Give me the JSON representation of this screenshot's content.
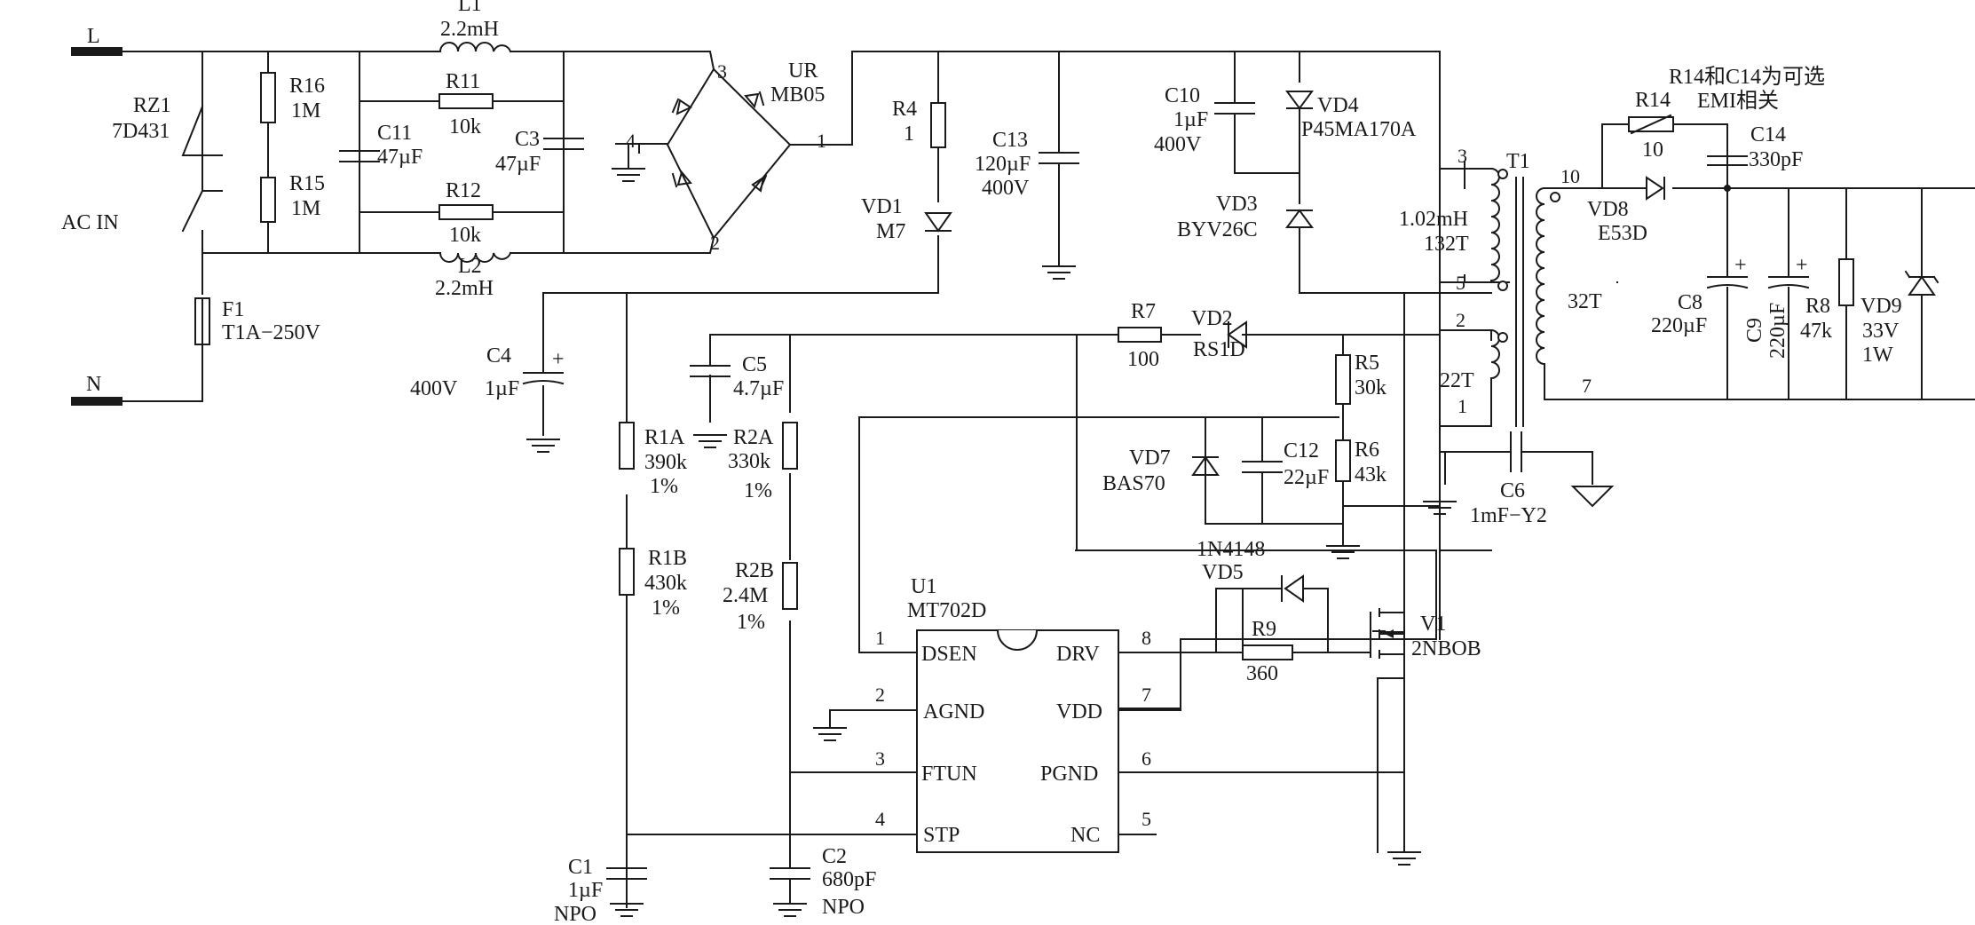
{
  "input": {
    "line": "L",
    "neutral": "N",
    "ac_in": "AC IN"
  },
  "input_filter": {
    "L1": {
      "ref": "L1",
      "value": "2.2mH"
    },
    "L2": {
      "ref": "L2",
      "value": "2.2mH"
    },
    "RZ1": {
      "ref": "RZ1",
      "value": "7D431"
    },
    "F1": {
      "ref": "F1",
      "value": "T1A−250V"
    },
    "R16": {
      "ref": "R16",
      "value": "1M"
    },
    "R15": {
      "ref": "R15",
      "value": "1M"
    },
    "C11": {
      "ref": "C11",
      "value": "47µF"
    },
    "R11": {
      "ref": "R11",
      "value": "10k"
    },
    "R12": {
      "ref": "R12",
      "value": "10k"
    },
    "C3": {
      "ref": "C3",
      "value": "47µF"
    }
  },
  "bridge": {
    "ref": "UR",
    "value": "MB05",
    "pins": [
      "1",
      "2",
      "3",
      "4"
    ]
  },
  "bulk": {
    "R4": {
      "ref": "R4",
      "value": "1"
    },
    "VD1": {
      "ref": "VD1",
      "value": "M7"
    },
    "C13": {
      "ref": "C13",
      "value": "120µF",
      "rating": "400V"
    },
    "C4": {
      "ref": "C4",
      "value": "1µF",
      "rating": "400V"
    },
    "C10": {
      "ref": "C10",
      "value": "1µF",
      "rating": "400V"
    },
    "VD4": {
      "ref": "VD4",
      "value": "P45MA170A"
    },
    "VD3": {
      "ref": "VD3",
      "value": "BYV26C"
    }
  },
  "transformer": {
    "ref": "T1",
    "primary": {
      "inductance": "1.02mH",
      "turns": "132T",
      "pins": [
        "3",
        "5"
      ]
    },
    "auxiliary": {
      "turns": "22T",
      "pins": [
        "2",
        "1"
      ]
    },
    "secondary": {
      "turns": "32T",
      "pins": [
        "10",
        "7"
      ]
    }
  },
  "output": {
    "note": "R14和C14为可选",
    "note2": "EMI相关",
    "R14": {
      "ref": "R14",
      "value": "10"
    },
    "C14": {
      "ref": "C14",
      "value": "330pF"
    },
    "VD8": {
      "ref": "VD8",
      "value": "E53D"
    },
    "C8": {
      "ref": "C8",
      "value": "220µF"
    },
    "C9": {
      "ref": "C9",
      "value": "220µF"
    },
    "R8": {
      "ref": "R8",
      "value": "47k"
    },
    "VD9": {
      "ref": "VD9",
      "value": "33V",
      "power": "1W"
    }
  },
  "aux_supply": {
    "R7": {
      "ref": "R7",
      "value": "100"
    },
    "VD2": {
      "ref": "VD2",
      "value": "RS1D"
    },
    "C5": {
      "ref": "C5",
      "value": "4.7µF"
    },
    "R5": {
      "ref": "R5",
      "value": "30k"
    },
    "R6": {
      "ref": "R6",
      "value": "43k"
    },
    "VD7": {
      "ref": "VD7",
      "value": "BAS70"
    },
    "C12": {
      "ref": "C12",
      "value": "22µF"
    },
    "C6": {
      "ref": "C6",
      "value": "1mF−Y2"
    }
  },
  "sense": {
    "R1A": {
      "ref": "R1A",
      "value": "390k",
      "tol": "1%"
    },
    "R1B": {
      "ref": "R1B",
      "value": "430k",
      "tol": "1%"
    },
    "R2A": {
      "ref": "R2A",
      "value": "330k",
      "tol": "1%"
    },
    "R2B": {
      "ref": "R2B",
      "value": "2.4M",
      "tol": "1%"
    },
    "C1": {
      "ref": "C1",
      "value": "1µF",
      "type": "NPO"
    },
    "C2": {
      "ref": "C2",
      "value": "680pF",
      "type": "NPO"
    }
  },
  "controller": {
    "ref": "U1",
    "part": "MT702D",
    "pins": [
      {
        "num": "1",
        "name": "DSEN"
      },
      {
        "num": "2",
        "name": "AGND"
      },
      {
        "num": "3",
        "name": "FTUN"
      },
      {
        "num": "4",
        "name": "STP"
      },
      {
        "num": "8",
        "name": "DRV"
      },
      {
        "num": "7",
        "name": "VDD"
      },
      {
        "num": "6",
        "name": "PGND"
      },
      {
        "num": "5",
        "name": "NC"
      }
    ]
  },
  "gate": {
    "VD5": {
      "ref": "VD5",
      "value": "1N4148"
    },
    "R9": {
      "ref": "R9",
      "value": "360"
    },
    "V1": {
      "ref": "V1",
      "value": "2NBOB"
    }
  }
}
